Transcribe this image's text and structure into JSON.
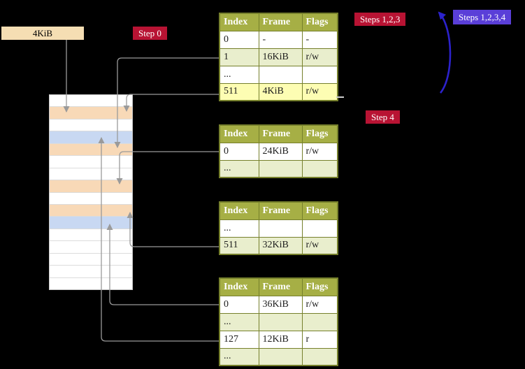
{
  "colors": {
    "background": "#000000",
    "crimson_badge": "#b81333",
    "violet_badge": "#5a3fd8",
    "wheat_label": "#f5deb3",
    "table_header_bg": "#a6af45",
    "table_border": "#76802c",
    "row_green": "#e9eecd",
    "row_highlight": "#fdfdb3",
    "arrow_gray": "#9a9a9a",
    "arrow_blue": "#2c22cc",
    "stack": {
      "white": "#ffffff",
      "orange": "#f8d9b7",
      "blue": "#c8d8f2"
    }
  },
  "labels": {
    "frame_address": "4KiB",
    "step0": "Step 0",
    "steps123": "Steps 1,2,3",
    "steps1234": "Steps 1,2,3,4",
    "step4": "Step 4"
  },
  "tables": [
    {
      "name": "page-table-1",
      "headers": [
        "Index",
        "Frame",
        "Flags"
      ],
      "rows": [
        {
          "cells": [
            "0",
            "-",
            "-"
          ],
          "variant": "white"
        },
        {
          "cells": [
            "1",
            "16KiB",
            "r/w"
          ],
          "variant": "green"
        },
        {
          "cells": [
            "...",
            "",
            ""
          ],
          "variant": "white"
        },
        {
          "cells": [
            "511",
            "4KiB",
            "r/w"
          ],
          "variant": "highlight"
        }
      ]
    },
    {
      "name": "page-table-2",
      "headers": [
        "Index",
        "Frame",
        "Flags"
      ],
      "rows": [
        {
          "cells": [
            "0",
            "24KiB",
            "r/w"
          ],
          "variant": "white"
        },
        {
          "cells": [
            "...",
            "",
            ""
          ],
          "variant": "green"
        }
      ]
    },
    {
      "name": "page-table-3",
      "headers": [
        "Index",
        "Frame",
        "Flags"
      ],
      "rows": [
        {
          "cells": [
            "...",
            "",
            ""
          ],
          "variant": "white"
        },
        {
          "cells": [
            "511",
            "32KiB",
            "r/w"
          ],
          "variant": "green"
        }
      ]
    },
    {
      "name": "page-table-4",
      "headers": [
        "Index",
        "Frame",
        "Flags"
      ],
      "rows": [
        {
          "cells": [
            "0",
            "36KiB",
            "r/w"
          ],
          "variant": "white"
        },
        {
          "cells": [
            "...",
            "",
            ""
          ],
          "variant": "green"
        },
        {
          "cells": [
            "127",
            "12KiB",
            "r"
          ],
          "variant": "white"
        },
        {
          "cells": [
            "...",
            "",
            ""
          ],
          "variant": "green"
        }
      ]
    }
  ],
  "memory_stack": {
    "rows": [
      "white",
      "orange",
      "white",
      "blue",
      "orange",
      "white",
      "white",
      "orange",
      "white",
      "orange",
      "blue",
      "white",
      "white",
      "white",
      "white",
      "white"
    ]
  }
}
